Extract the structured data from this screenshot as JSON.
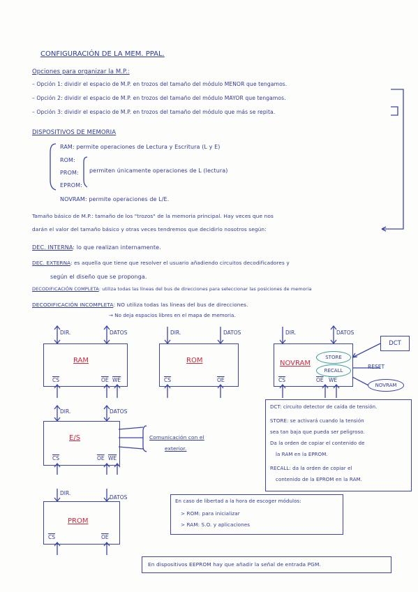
{
  "title": "CONFIGURACIÓN DE LA MEM. PPAL.",
  "opciones": {
    "heading": "Opciones para organizar la M.P.:",
    "items": [
      "– Opción 1: dividir el espacio de M.P. en trozos del tamaño del módulo MENOR que tengamos.",
      "– Opción 2: dividir el espacio de M.P. en trozos del tamaño del módulo MAYOR que tengamos.",
      "– Opción 3: dividir el espacio de M.P. en trozos del tamaño del módulo que más se repita."
    ]
  },
  "dispositivos": {
    "heading": "DISPOSITIVOS DE MEMORIA",
    "ram": "RAM: permite operaciones de Lectura y Escritura (L y E)",
    "rom": "ROM:",
    "prom": "PROM:",
    "eprom": "EPROM:",
    "only_read": "permiten únicamente operaciones de L (lectura)",
    "novram": "NOVRAM: permite operaciones de L/E."
  },
  "tamano": [
    "Tamaño básico de M.P.: tamaño de los \"trozos\" de la memoria principal. Hay veces que nos",
    "darán el valor del tamaño básico y otras veces tendremos que decidirlo nosotros según:"
  ],
  "definiciones": [
    {
      "term": "DEC. INTERNA",
      "text": ": lo que realizan internamente."
    },
    {
      "term": "DEC. EXTERNA",
      "text": ": es aquella que tiene que resolver el usuario añadiendo circuitos decodificadores y"
    },
    {
      "term": "",
      "text": "según el diseño que se proponga."
    },
    {
      "term": "DECODIFICACIÓN COMPLETA",
      "text": ": utiliza todas las líneas del bus de direcciones para seleccionar las posiciones de memoria"
    },
    {
      "term": "DECODIFICACIÓN INCOMPLETA",
      "text": ": NO utiliza todas las líneas del bus de direcciones."
    },
    {
      "term": "",
      "text": "→ No deja espacios libres en el mapa de memoria."
    }
  ],
  "chips": {
    "dir": "DIR.",
    "datos": "DATOS",
    "cs": "CS",
    "oe": "OE",
    "we": "WE",
    "ram": "RAM",
    "rom": "ROM",
    "novram": "NOVRAM",
    "store": "STORE",
    "recall": "RECALL",
    "dct": "DCT",
    "reset": "RESET",
    "novram_bubble": "NOVRAM",
    "es": "E/S",
    "conexion": "Comunicación con el",
    "conexion2": "exterior.",
    "prom": "PROM"
  },
  "dct_panel": [
    "DCT: circuito detector de caída de tensión.",
    "STORE: se activará cuando la tensión",
    "sea tan baja que pueda ser peligroso.",
    "Da la orden de copiar el contenido de",
    "la RAM en la EPROM.",
    "RECALL: da la orden de copiar el",
    "contenido de la EPROM en la RAM."
  ],
  "libertad": {
    "line1": "En caso de libertad a la hora de escoger módulos:",
    "line2": "> ROM: para inicializar",
    "line3": "> RAM: S.O. y aplicaciones"
  },
  "eprom_note": "En dispositivos EEPROM hay que añadir la señal de entrada PGM."
}
